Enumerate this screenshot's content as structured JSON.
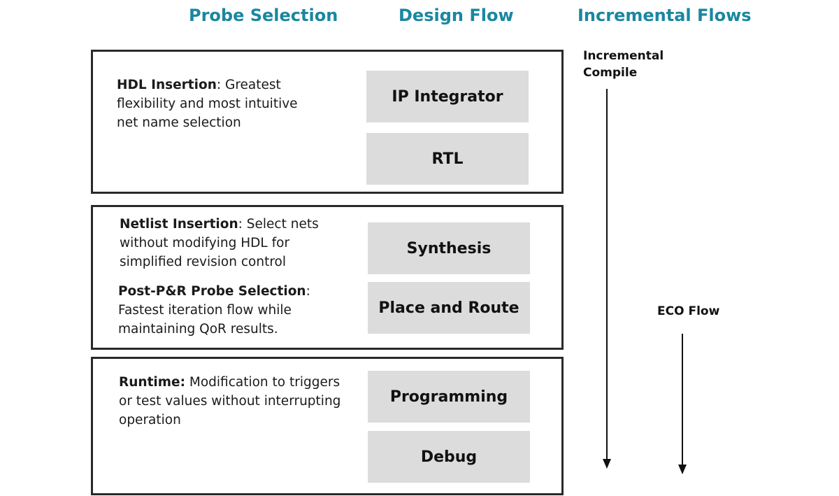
{
  "headers": {
    "probe_selection": "Probe Selection",
    "design_flow": "Design Flow",
    "incremental_flows": "Incremental Flows"
  },
  "sections": [
    {
      "descriptions": [
        {
          "bold": "HDL Insertion",
          "text": ": Greatest flexibility and most intuitive net name selection"
        }
      ],
      "stages": [
        "IP Integrator",
        "RTL"
      ]
    },
    {
      "descriptions": [
        {
          "bold": "Netlist Insertion",
          "text": ": Select nets without modifying HDL for simplified revision control"
        },
        {
          "bold": "Post-P&R Probe Selection",
          "text": ": Fastest iteration flow while maintaining QoR results."
        }
      ],
      "stages": [
        "Synthesis",
        "Place and Route"
      ]
    },
    {
      "descriptions": [
        {
          "bold": "Runtime:",
          "text": " Modification to triggers or test values without interrupting operation"
        }
      ],
      "stages": [
        "Programming",
        "Debug"
      ]
    }
  ],
  "incremental": {
    "compile_line1": "Incremental",
    "compile_line2": "Compile",
    "eco_flow": "ECO Flow"
  }
}
